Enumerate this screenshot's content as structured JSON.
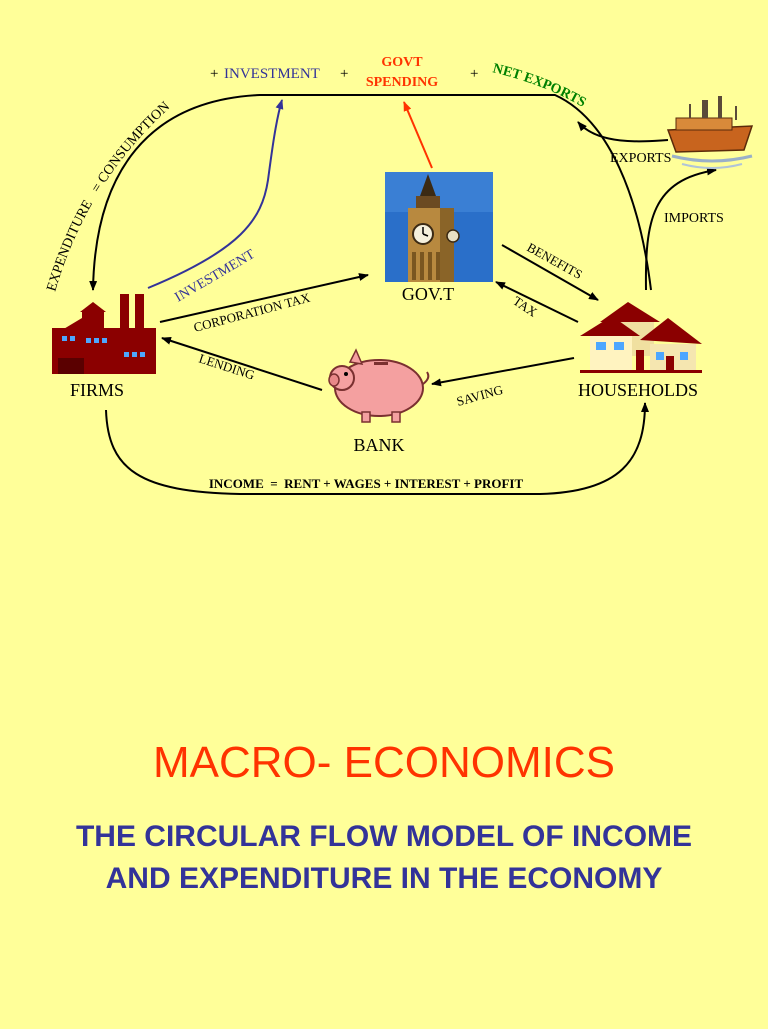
{
  "diagram": {
    "top_flow": {
      "expenditure": "EXPENDITURE",
      "equals_consumption": "= CONSUMPTION",
      "plus1": "+",
      "investment": "INVESTMENT",
      "plus2": "+",
      "govt_spending_line1": "GOVT",
      "govt_spending_line2": "SPENDING",
      "plus3": "+",
      "net_exports": "NET EXPORTS"
    },
    "nodes": {
      "firms": "FIRMS",
      "govt": "GOV.T",
      "households": "HOUSEHOLDS",
      "bank": "BANK"
    },
    "flows": {
      "investment": "INVESTMENT",
      "corporation_tax": "CORPORATION TAX",
      "benefits": "BENEFITS",
      "tax": "TAX",
      "lending": "LENDING",
      "saving": "SAVING",
      "exports": "EXPORTS",
      "imports": "IMPORTS"
    },
    "income_line": "INCOME  =  RENT + WAGES + INTEREST + PROFIT"
  },
  "title": "MACRO- ECONOMICS",
  "subtitle": "THE CIRCULAR FLOW MODEL OF INCOME AND EXPENDITURE IN THE ECONOMY",
  "colors": {
    "background": "#ffff99",
    "title": "#ff3300",
    "subtitle": "#333399",
    "investment_text": "#333399",
    "govt_spending": "#ff3300",
    "net_exports": "#008000",
    "arrow": "#000000"
  }
}
